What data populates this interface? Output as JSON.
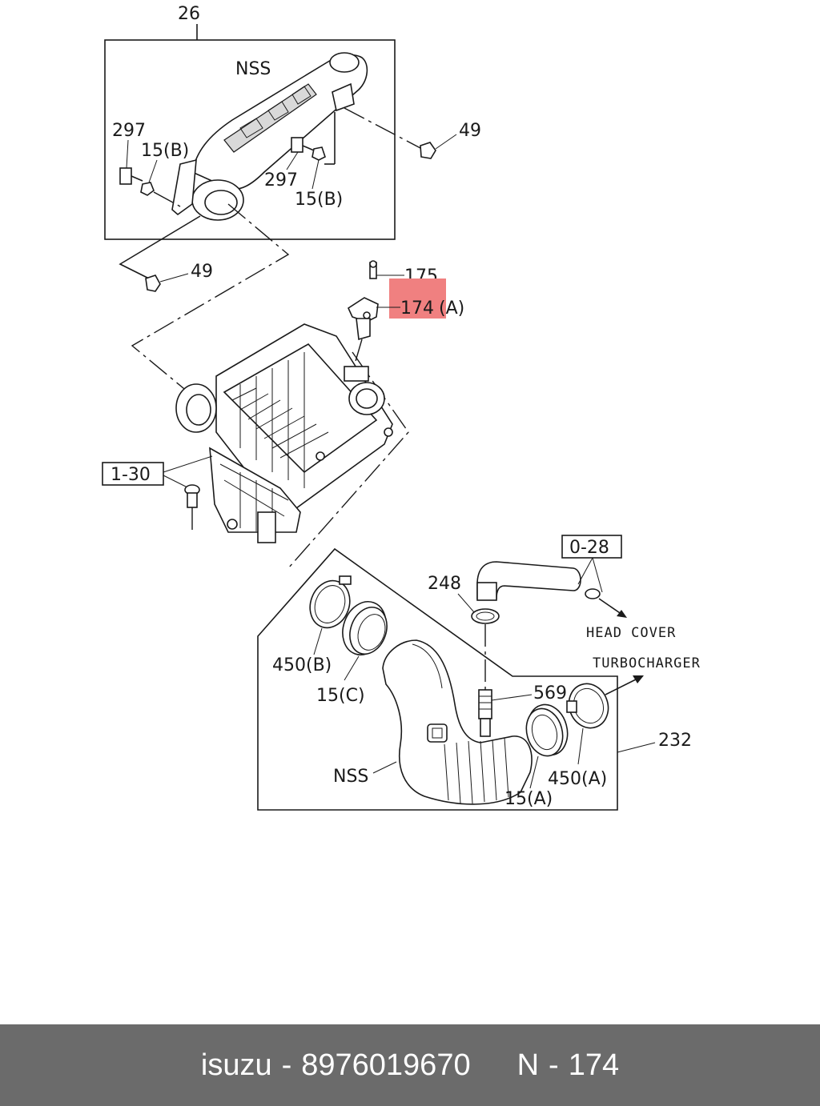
{
  "labels": {
    "l26": "26",
    "nss_top": "NSS",
    "l297_left": "297",
    "l15b_left": "15(B)",
    "l297_mid": "297",
    "l15b_mid": "15(B)",
    "l49_right": "49",
    "l49_left": "49",
    "l175": "175",
    "l174": "174",
    "l174_suffix": "(A)",
    "ref_130": "1-30",
    "ref_028": "0-28",
    "l248": "248",
    "head_cover": "HEAD COVER",
    "turbocharger": "TURBOCHARGER",
    "l450b": "450(B)",
    "l15c": "15(C)",
    "l569": "569",
    "l232": "232",
    "nss_bottom": "NSS",
    "l450a": "450(A)",
    "l15a": "15(A)"
  },
  "highlight_color": "#f08080",
  "footer": {
    "brand": "isuzu",
    "separator1": "-",
    "part_number": "8976019670",
    "position": "N",
    "separator2": "-",
    "ref": "174"
  }
}
